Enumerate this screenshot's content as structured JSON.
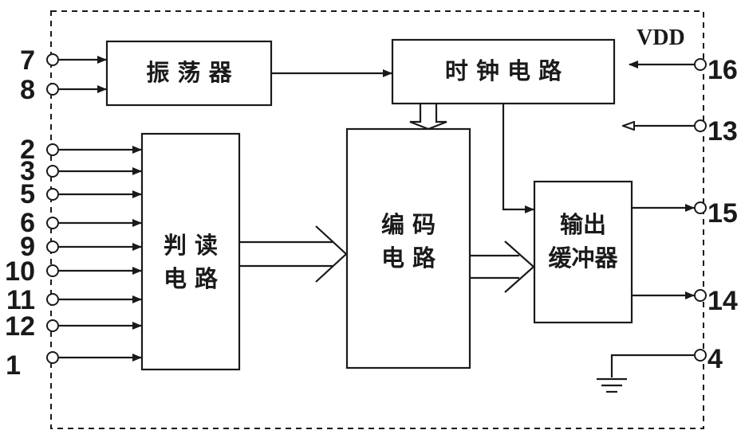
{
  "blocks": {
    "oscillator": "振 荡 器",
    "clock": "时 钟 电 路",
    "read_line1": "判 读",
    "read_line2": "电 路",
    "encode_line1": "编 码",
    "encode_line2": "电 路",
    "buffer_line1": "输出",
    "buffer_line2": "缓冲器"
  },
  "supply_label": "VDD",
  "pins": {
    "osc_in_a": "7",
    "osc_in_b": "8",
    "in_2": "2",
    "in_3": "3",
    "in_5": "5",
    "in_6": "6",
    "in_9": "9",
    "in_10": "10",
    "in_11": "11",
    "in_12": "12",
    "in_1": "1",
    "vdd": "16",
    "aux": "13",
    "out_a": "15",
    "out_b": "14",
    "gnd": "4"
  },
  "colors": {
    "ink": "#1a1a1a",
    "background": "#ffffff"
  }
}
